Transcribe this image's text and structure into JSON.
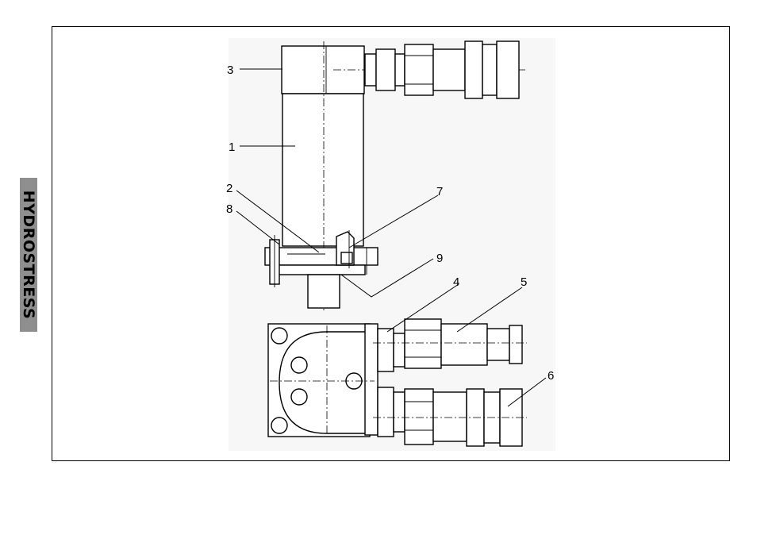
{
  "brand": {
    "side_tab_text": "HYDROSTRESS",
    "tab_color": "#8f8f8f"
  },
  "diagram": {
    "callouts": {
      "c1": "1",
      "c2": "2",
      "c3": "3",
      "c4": "4",
      "c5": "5",
      "c6": "6",
      "c7": "7",
      "c8": "8",
      "c9": "9"
    }
  }
}
